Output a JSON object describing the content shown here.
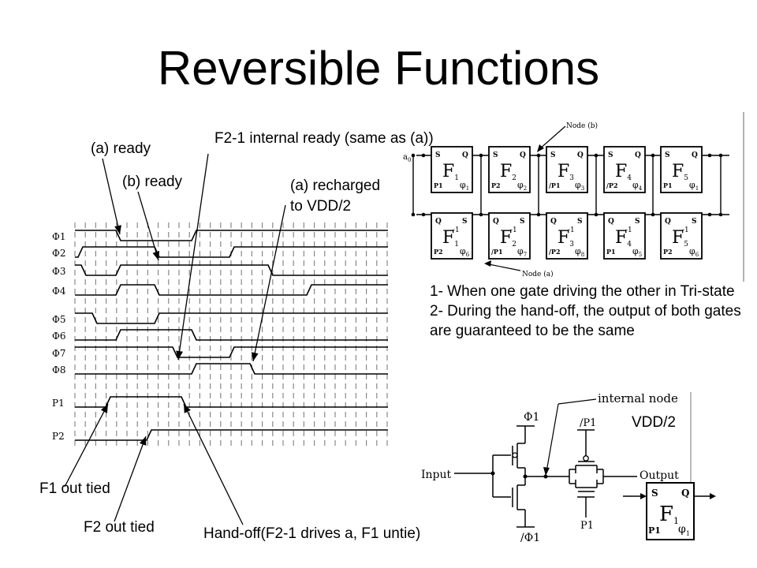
{
  "title": "Reversible Functions",
  "timing": {
    "signals": [
      "Φ1",
      "Φ2",
      "Φ3",
      "Φ4",
      "Φ5",
      "Φ6",
      "Φ7",
      "Φ8",
      "P1",
      "P2"
    ]
  },
  "annotations": {
    "a_ready": "(a) ready",
    "b_ready": "(b) ready",
    "f2_internal": "F2-1 internal ready (same as (a))",
    "a_recharged": "(a) recharged\nto VDD/2",
    "f1_out_tied": "F1 out tied",
    "f2_out_tied": "F2 out tied",
    "hand_off": "Hand-off(F2-1 drives a, F1 untie)"
  },
  "pipeline": {
    "forward_gates": [
      {
        "name": "F",
        "sub": "1",
        "port": "P1",
        "phase": "1",
        "top": "S",
        "right": "Q"
      },
      {
        "name": "F",
        "sub": "2",
        "port": "P2",
        "phase": "2",
        "top": "S",
        "right": "Q"
      },
      {
        "name": "F",
        "sub": "3",
        "port": "/P1",
        "phase": "3",
        "top": "S",
        "right": "Q"
      },
      {
        "name": "F",
        "sub": "4",
        "port": "/P2",
        "phase": "4",
        "top": "S",
        "right": "Q"
      },
      {
        "name": "F",
        "sub": "5",
        "port": "P1",
        "phase": "1",
        "top": "S",
        "right": "Q"
      }
    ],
    "reverse_gates": [
      {
        "name": "F",
        "sub": "1",
        "sup": "-1",
        "port": "P2",
        "phase": "6",
        "top": "Q",
        "right": "S"
      },
      {
        "name": "F",
        "sub": "2",
        "sup": "-1",
        "port": "/P1",
        "phase": "7",
        "top": "Q",
        "right": "S"
      },
      {
        "name": "F",
        "sub": "3",
        "sup": "-1",
        "port": "/P2",
        "phase": "8",
        "top": "Q",
        "right": "S"
      },
      {
        "name": "F",
        "sub": "4",
        "sup": "-1",
        "port": "P1",
        "phase": "5",
        "top": "Q",
        "right": "S"
      },
      {
        "name": "F",
        "sub": "5",
        "sup": "-1",
        "port": "P2",
        "phase": "6",
        "top": "Q",
        "right": "S"
      }
    ],
    "node_b": "Node (b)",
    "node_a": "Node (a)",
    "input_label": "a",
    "input_sub": "0"
  },
  "notes": [
    "1- When one gate driving the other in Tri-state",
    "2- During the hand-off, the output of both gates are guaranteed to be the same"
  ],
  "circuit": {
    "internal_node": "internal node",
    "vdd2": "VDD/2",
    "phi1": "Φ1",
    "phi1_bar": "/Φ1",
    "p1_bar": "/P1",
    "p1": "P1",
    "input": "Input",
    "output": "Output",
    "symbol": {
      "s": "S",
      "q": "Q",
      "f": "F",
      "sub": "1",
      "port": "P1",
      "phase": "1"
    }
  }
}
